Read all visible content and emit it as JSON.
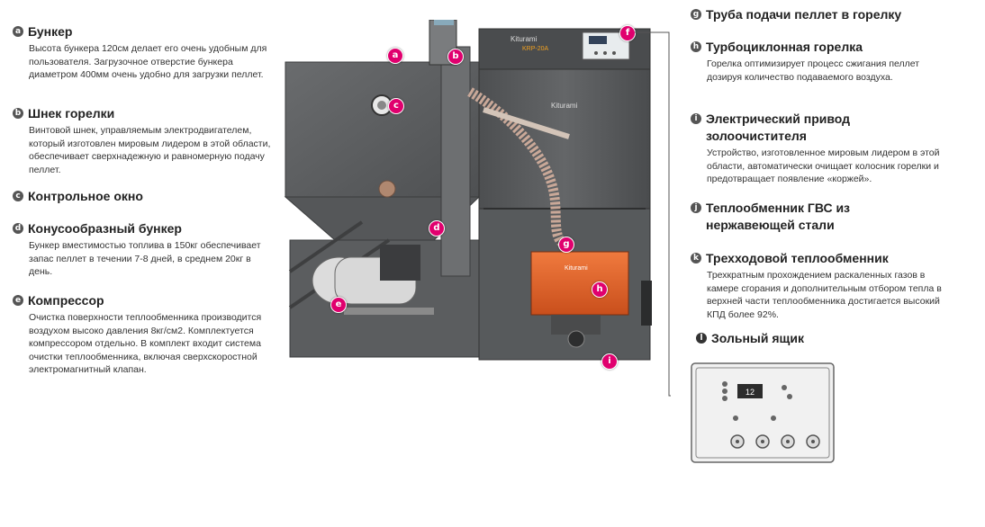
{
  "left": [
    {
      "badge": "a",
      "title": "Бункер",
      "desc": "Высота бункера 120см делает его очень удобным для пользователя. Загрузочное отверстие бункера диаметром 400мм очень удобно для загрузки пеллет."
    },
    {
      "badge": "b",
      "title": "Шнек горелки",
      "desc": "Винтовой шнек, управляемым электродвигателем, который изготовлен мировым лидером в этой области, обеспечивает сверхнадежную и равномерную подачу пеллет."
    },
    {
      "badge": "c",
      "title": "Контрольное окно",
      "desc": ""
    },
    {
      "badge": "d",
      "title": "Конусообразный бункер",
      "desc": "Бункер вместимостью топлива в 150кг обеспечивает запас пеллет в течении 7-8 дней, в среднем 20кг в день."
    },
    {
      "badge": "e",
      "title": "Компрессор",
      "desc": "Очистка поверхности теплообменника производится воздухом высоко давления 8кг/см2. Комплектуется компрессором отдельно. В комплект входит система очистки теплообменника, включая сверхскоростной электромагнитный клапан."
    }
  ],
  "right": [
    {
      "badge": "g",
      "title": "Труба подачи пеллет в горелку",
      "desc": ""
    },
    {
      "badge": "h",
      "title": "Турбоциклонная горелка",
      "desc": "Горелка оптимизирует процесс сжигания пеллет дозируя количество подаваемого воздуха."
    },
    {
      "badge": "i",
      "title": "Электрический привод золоочистителя",
      "desc": "Устройство, изготовленное мировым лидером в этой области, автоматически очищает колосник горелки и предотвращает появление «коржей»."
    },
    {
      "badge": "j",
      "title": "Теплообменник ГВС из нержавеющей стали",
      "desc": ""
    },
    {
      "badge": "k",
      "title": "Трехходовой теплообменник",
      "desc": "Трехкратным прохождением раскаленных газов в камере сгорания и дополнительным отбором тепла в верхней части теплообменника достигается высокий КПД более 92%."
    },
    {
      "badge": "l",
      "title": "Зольный ящик",
      "desc": ""
    }
  ],
  "image": {
    "brand": "Kiturami",
    "model": "KRP-20A",
    "display_value": "12",
    "pins": [
      "a",
      "b",
      "c",
      "d",
      "e",
      "f",
      "g",
      "h",
      "i"
    ]
  },
  "colors": {
    "accent": "#e0006e",
    "body": "#5a5c5e",
    "burner": "#e8642c"
  }
}
